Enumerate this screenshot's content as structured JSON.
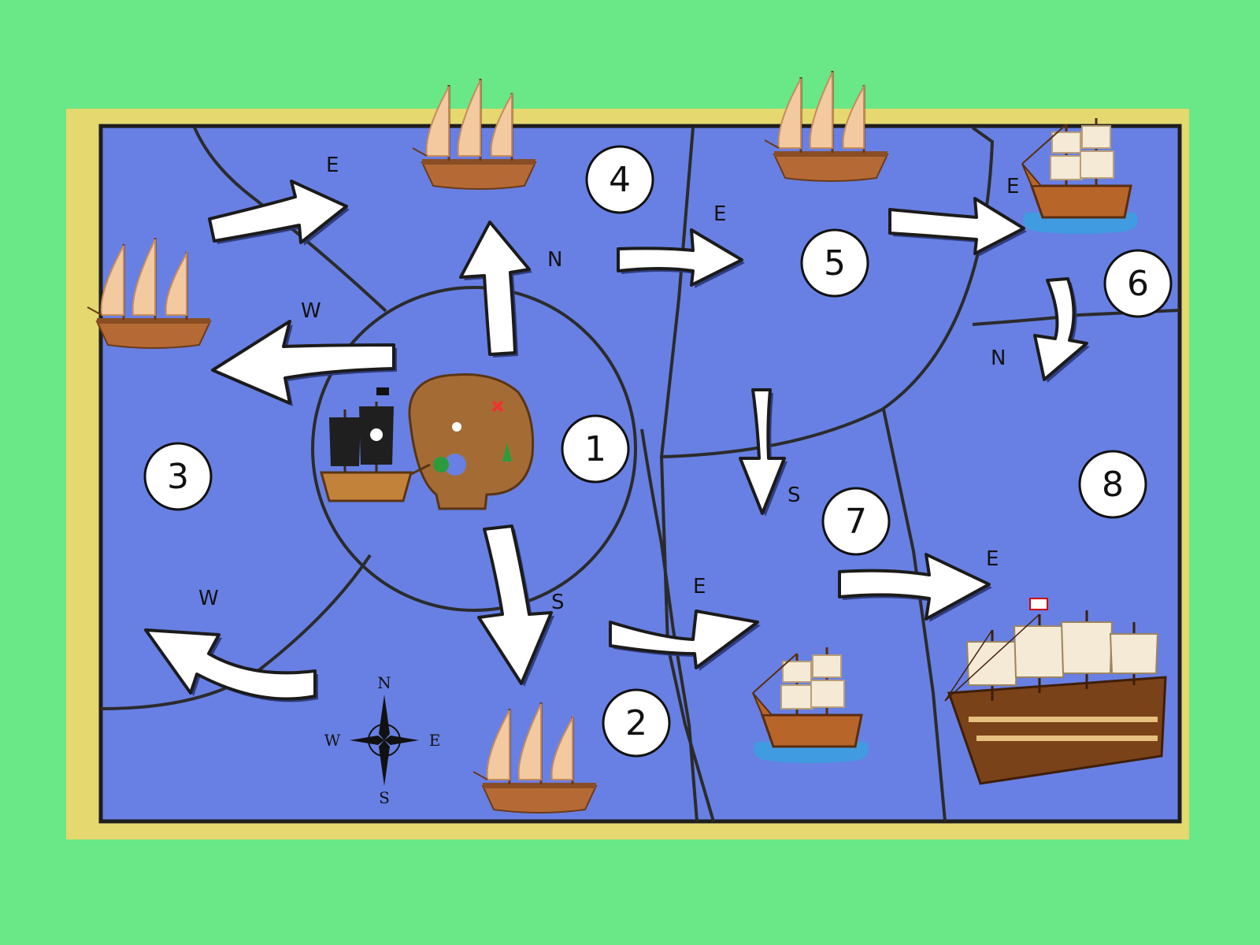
{
  "game": {
    "spaces": [
      {
        "number": "1"
      },
      {
        "number": "2"
      },
      {
        "number": "3"
      },
      {
        "number": "4"
      },
      {
        "number": "5"
      },
      {
        "number": "6"
      },
      {
        "number": "7"
      },
      {
        "number": "8"
      }
    ],
    "arrows": [
      {
        "label": "E"
      },
      {
        "label": "W"
      },
      {
        "label": "N"
      },
      {
        "label": "S"
      },
      {
        "label": "W"
      },
      {
        "label": "E"
      },
      {
        "label": "E"
      },
      {
        "label": "N"
      },
      {
        "label": "S"
      },
      {
        "label": "E"
      },
      {
        "label": "E"
      }
    ],
    "compass": {
      "north": "N",
      "south": "S",
      "east": "E",
      "west": "W"
    }
  },
  "colors": {
    "background": "#6ae786",
    "frame": "#e4d86e",
    "sea": "#6880e3",
    "arrow": "#ffffff",
    "number_badge": "#ffffff"
  },
  "icons": [
    "pirate-ship-icon",
    "treasure-island-icon",
    "sailboat-icon",
    "galleon-icon",
    "warship-icon",
    "compass-rose-icon"
  ]
}
